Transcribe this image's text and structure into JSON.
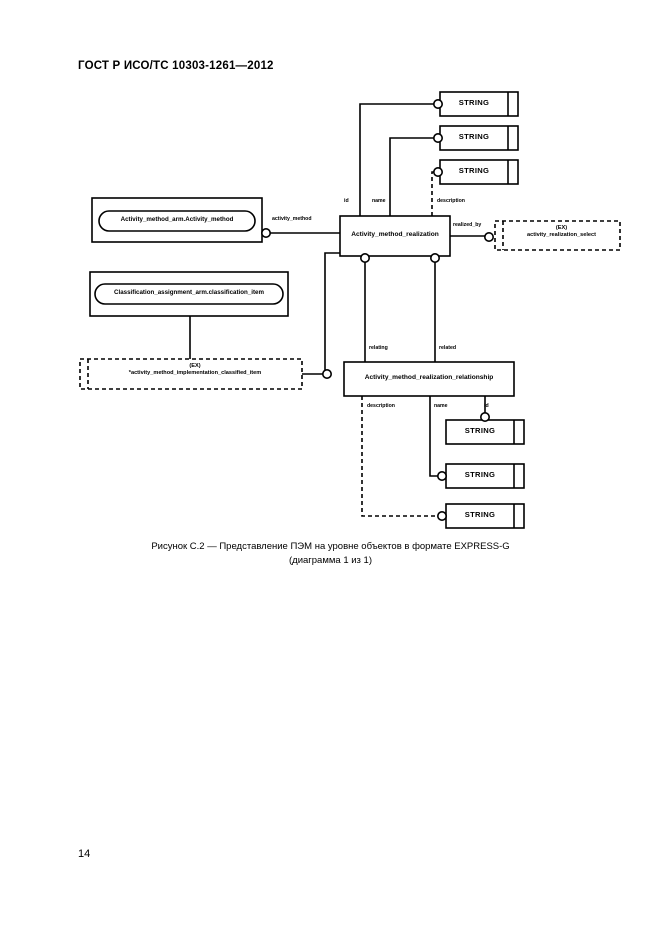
{
  "document": {
    "header": "ГОСТ Р ИСО/ТС 10303-1261—2012",
    "page_number": "14"
  },
  "figure": {
    "caption_line1": "Рисунок С.2 — Представление ПЭМ на уровне объектов в формате EXPRESS-G",
    "caption_line2": "(диаграмма 1 из 1)",
    "notation": "EXPRESS-G",
    "colors": {
      "ink": "#000000",
      "paper": "#ffffff"
    }
  },
  "diagram": {
    "entities": [
      {
        "id": "activity_method_arm",
        "label": "Activity_method_arm.Activity_method",
        "kind": "schema-reference"
      },
      {
        "id": "classification_item",
        "label": "Classification_assignment_arm.classification_item",
        "kind": "schema-reference"
      },
      {
        "id": "activity_method_realization",
        "label": "Activity_method_realization",
        "kind": "entity"
      },
      {
        "id": "activity_method_realization_relationship",
        "label": "Activity_method_realization_relationship",
        "kind": "entity"
      }
    ],
    "select_types": [
      {
        "id": "activity_realization_select",
        "tag": "(EX)",
        "label": "activity_realization_select"
      },
      {
        "id": "activity_method_implementation_classified_item",
        "tag": "(EX)",
        "label": "*activity_method_implementation_classified_item"
      }
    ],
    "simple_types": [
      {
        "id": "string_1",
        "label": "STRING"
      },
      {
        "id": "string_2",
        "label": "STRING"
      },
      {
        "id": "string_3",
        "label": "STRING"
      },
      {
        "id": "string_4",
        "label": "STRING"
      },
      {
        "id": "string_5",
        "label": "STRING"
      },
      {
        "id": "string_6",
        "label": "STRING"
      }
    ],
    "relationship_labels": [
      {
        "id": "rel_activity_method",
        "label": "activity_method",
        "optional": false
      },
      {
        "id": "rel_id_top",
        "label": "id",
        "optional": false
      },
      {
        "id": "rel_name_top",
        "label": "name",
        "optional": false
      },
      {
        "id": "rel_description_top",
        "label": "description",
        "optional": true
      },
      {
        "id": "rel_realized_by",
        "label": "realized_by",
        "optional": false
      },
      {
        "id": "rel_relating",
        "label": "relating",
        "optional": false
      },
      {
        "id": "rel_related",
        "label": "related",
        "optional": false
      },
      {
        "id": "rel_description_bottom",
        "label": "description",
        "optional": true
      },
      {
        "id": "rel_name_bottom",
        "label": "name",
        "optional": false
      },
      {
        "id": "rel_id_bottom",
        "label": "id",
        "optional": false
      }
    ]
  }
}
